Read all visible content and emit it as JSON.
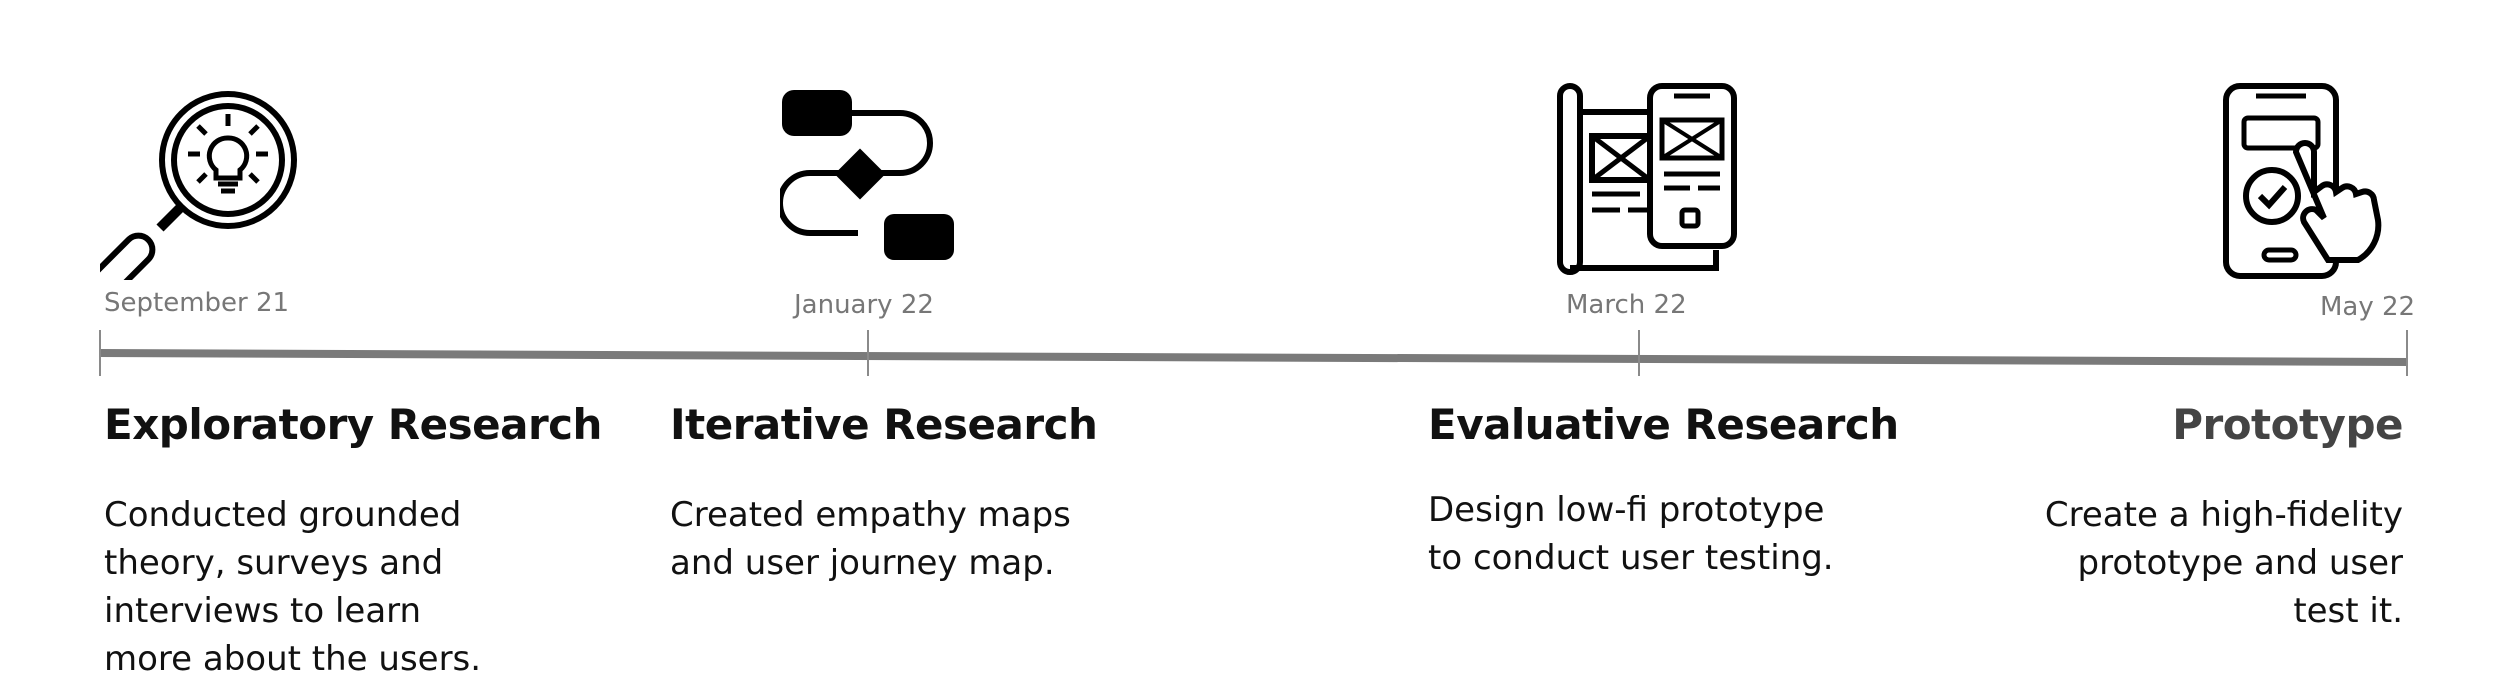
{
  "milestones": [
    {
      "date": "September 21",
      "title": "Exploratory Research",
      "desc": [
        "Conducted grounded",
        "theory, surveys and",
        "interviews to learn",
        "more about the users."
      ],
      "icon": "magnifier-lightbulb-icon"
    },
    {
      "date": "January 22",
      "title": "Iterative Research",
      "desc": [
        "Created empathy maps",
        "and user journey map."
      ],
      "icon": "flowchart-icon"
    },
    {
      "date": "March 22",
      "title": "Evaluative Research",
      "desc": [
        "Design low-fi prototype",
        "to conduct user testing."
      ],
      "icon": "wireframe-blueprint-phone-icon"
    },
    {
      "date": "May 22",
      "title": "Prototype",
      "desc": [
        "Create a high-fidelity",
        "prototype and user",
        "test it."
      ],
      "icon": "phone-tap-check-icon"
    }
  ],
  "colors": {
    "timeline": "#7a7a7a",
    "date_text": "#777777",
    "heading_text": "#111111",
    "prototype_heading": "#444444"
  }
}
